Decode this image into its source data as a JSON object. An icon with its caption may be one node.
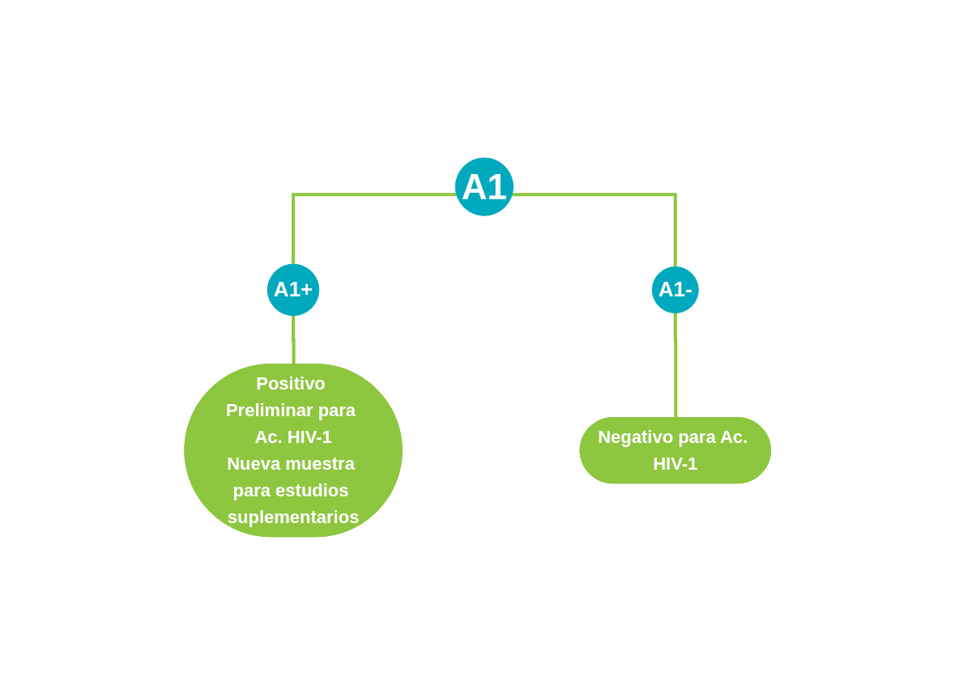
{
  "diagram": {
    "nodes": [
      {
        "text": [
          "A1"
        ]
      },
      {
        "text": [
          "A1+"
        ]
      },
      {
        "text": [
          "A1-"
        ]
      },
      {
        "text": [
          "Positivo Preliminar para Ac. HIV-1",
          "Nueva muestra para estudios suplementarios"
        ]
      },
      {
        "text": [
          "Negativo para Ac. HIV-1"
        ]
      }
    ],
    "edges": [
      {
        "from": 0,
        "to": 1,
        "arrow": "none"
      },
      {
        "from": 0,
        "to": 2,
        "arrow": "none"
      },
      {
        "from": 1,
        "to": 3,
        "arrow": "none"
      },
      {
        "from": 2,
        "to": 4,
        "arrow": "none"
      }
    ]
  }
}
